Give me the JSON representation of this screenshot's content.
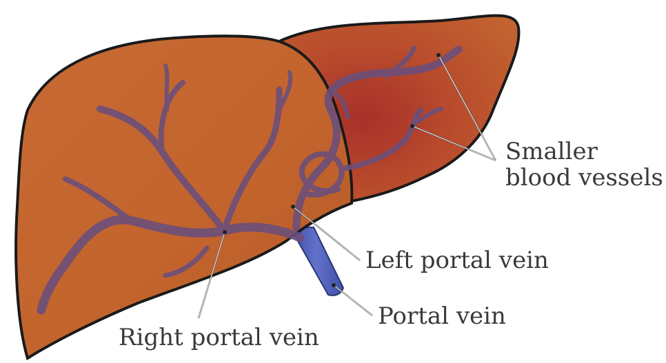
{
  "figure": {
    "labels": {
      "smaller_vessels_line1": "Smaller",
      "smaller_vessels_line2": "blood vessels",
      "left_portal_vein": "Left portal vein",
      "portal_vein": "Portal vein",
      "right_portal_vein": "Right portal vein"
    },
    "colors": {
      "liver_right_lobe": "#c0652e",
      "liver_left_lobe": "#b8432a",
      "liver_outline": "#1a1a1a",
      "vessels": "#6c4f7a",
      "portal_vein_trunk": "#4f5fb0",
      "text": "#3a3a3a"
    }
  }
}
